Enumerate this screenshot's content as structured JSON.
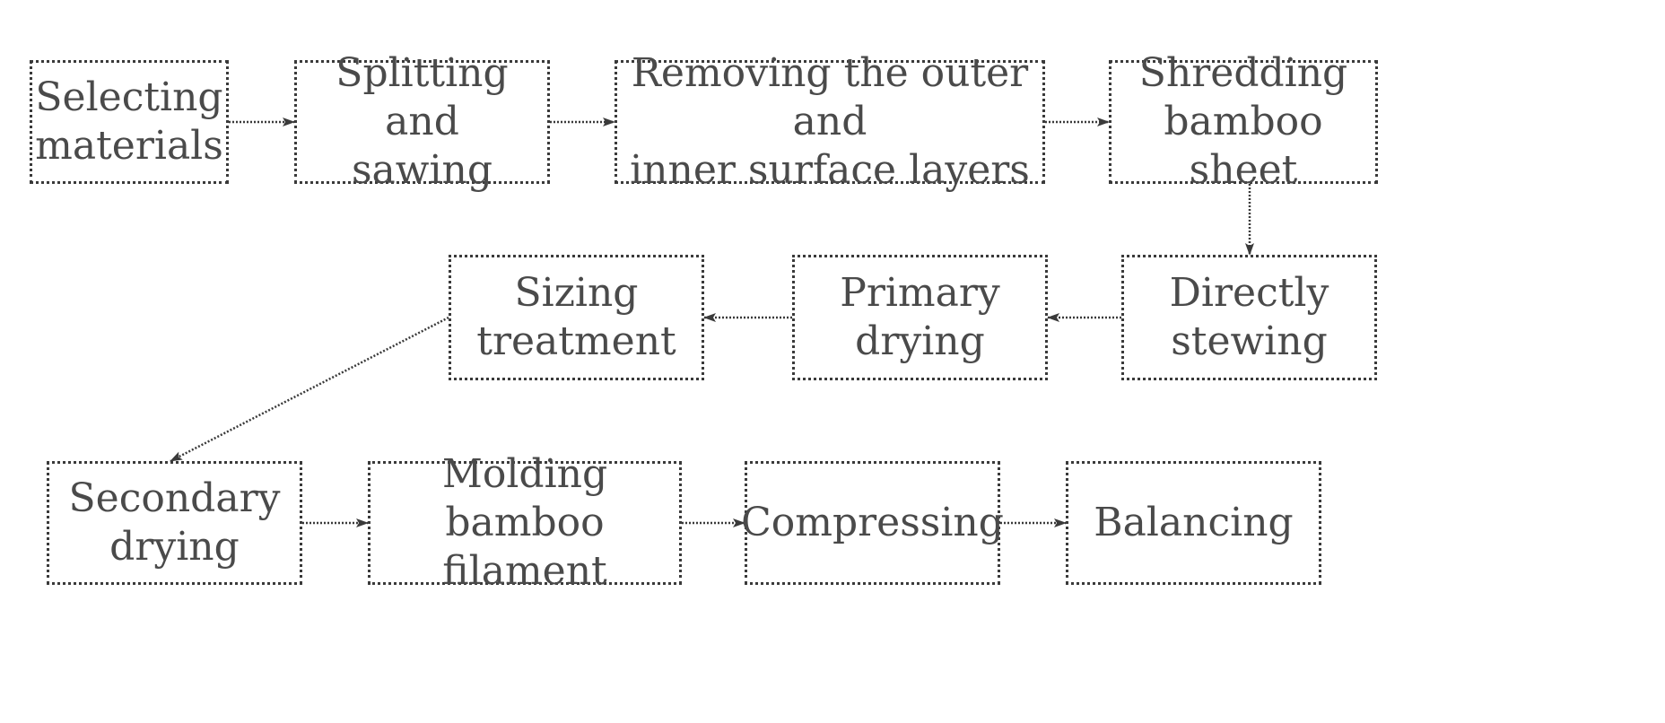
{
  "diagram": {
    "steps": [
      {
        "id": "selecting",
        "label": "Selecting\nmaterials"
      },
      {
        "id": "splitting",
        "label": "Splitting and\nsawing"
      },
      {
        "id": "removing",
        "label": "Removing the outer and\ninner surface layers"
      },
      {
        "id": "shredding",
        "label": "Shredding\nbamboo sheet"
      },
      {
        "id": "stewing",
        "label": "Directly\nstewing"
      },
      {
        "id": "primary",
        "label": "Primary\ndrying"
      },
      {
        "id": "sizing",
        "label": "Sizing\ntreatment"
      },
      {
        "id": "secondary",
        "label": "Secondary\ndrying"
      },
      {
        "id": "molding",
        "label": "Molding bamboo\nfilament"
      },
      {
        "id": "compressing",
        "label": "Compressing"
      },
      {
        "id": "balancing",
        "label": "Balancing"
      }
    ],
    "edges": [
      [
        "selecting",
        "splitting"
      ],
      [
        "splitting",
        "removing"
      ],
      [
        "removing",
        "shredding"
      ],
      [
        "shredding",
        "stewing"
      ],
      [
        "stewing",
        "primary"
      ],
      [
        "primary",
        "sizing"
      ],
      [
        "sizing",
        "secondary"
      ],
      [
        "secondary",
        "molding"
      ],
      [
        "molding",
        "compressing"
      ],
      [
        "compressing",
        "balancing"
      ]
    ]
  }
}
